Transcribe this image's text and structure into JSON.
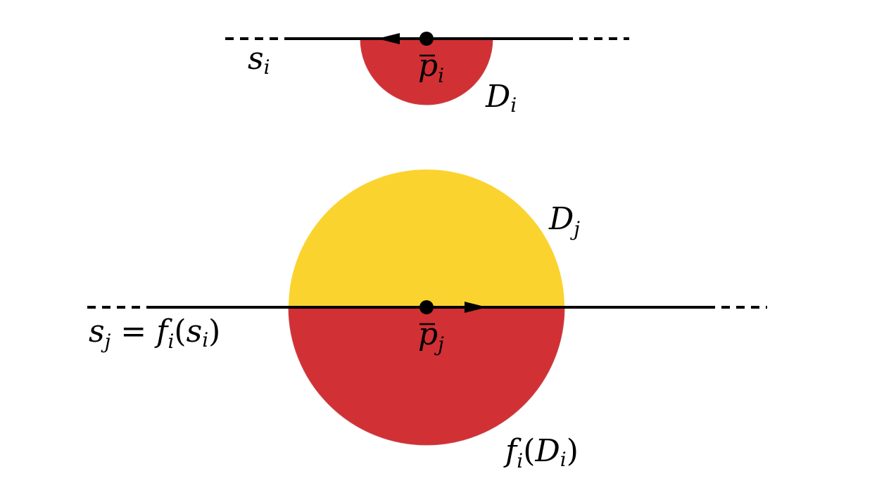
{
  "colors": {
    "disk_red": "#D13035",
    "disk_yellow": "#FBD32F",
    "line": "#000000",
    "background": "#FFFFFF"
  },
  "labels": {
    "s_i": {
      "base": "s",
      "sub": "i"
    },
    "p_i": {
      "base": "p",
      "sub": "i",
      "overline": true
    },
    "D_i": {
      "base": "D",
      "sub": "i"
    },
    "D_j": {
      "base": "D",
      "sub": "j"
    },
    "s_j": {
      "base": "s",
      "sub": "j",
      "eq": "=",
      "f": "f",
      "f_sub": "i",
      "lparen": "(",
      "arg": "s",
      "arg_sub": "i",
      "rparen": ")"
    },
    "p_j": {
      "base": "p",
      "sub": "j",
      "overline": true
    },
    "f_Di": {
      "f": "f",
      "f_sub": "i",
      "lparen": "(",
      "arg": "D",
      "arg_sub": "i",
      "rparen": ")"
    }
  }
}
